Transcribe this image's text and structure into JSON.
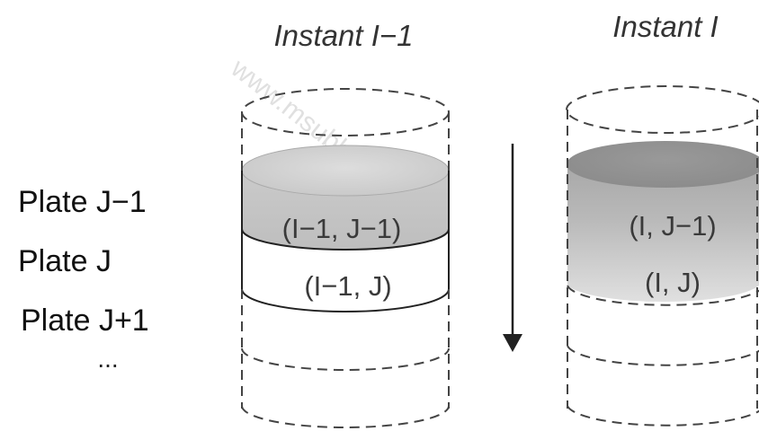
{
  "headings": {
    "left": "Instant I−1",
    "right": "Instant I"
  },
  "plate_labels": [
    "Plate J−1",
    "Plate J",
    "Plate J+1",
    "..."
  ],
  "cells": {
    "left_upper": "(I−1, J−1)",
    "left_lower": "(I−1, J)",
    "right_upper": "(I, J−1)",
    "right_lower": "(I, J)"
  },
  "watermark": "www.msubbu.in",
  "colors": {
    "heading_text": "#333333",
    "label_text": "#111111",
    "cell_text": "#3a3a3a",
    "dashed_line": "#444444",
    "solid_line": "#222222",
    "shade_light": "#d7d7d7",
    "shade_medium": "#bdbdbd",
    "shade_dark": "#9a9a9a",
    "watermark_text": "#d8d8d8",
    "arrow": "#222222"
  }
}
